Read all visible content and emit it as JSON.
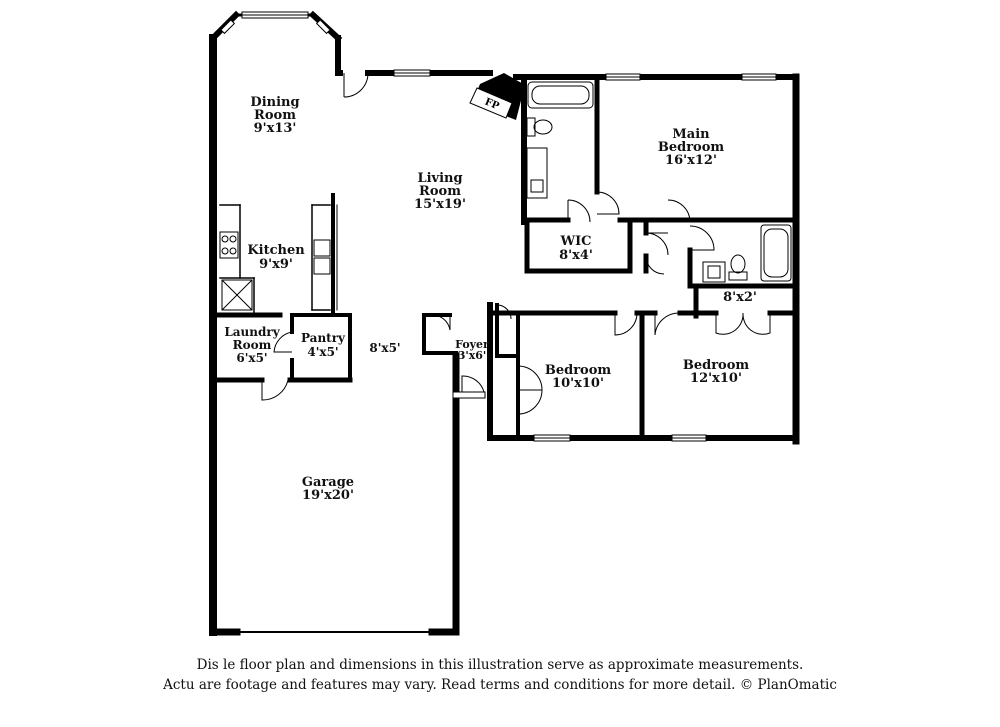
{
  "rooms": {
    "dining": {
      "name1": "Dining",
      "name2": "Room",
      "size": "9'x13'"
    },
    "living": {
      "name1": "Living",
      "name2": "Room",
      "size": "15'x19'"
    },
    "main_bedroom": {
      "name1": "Main",
      "name2": "Bedroom",
      "size": "16'x12'"
    },
    "kitchen": {
      "name": "Kitchen",
      "size": "9'x9'"
    },
    "wic": {
      "name": "WIC",
      "size": "8'x4'"
    },
    "laundry": {
      "name1": "Laundry",
      "name2": "Room",
      "size": "6'x5'"
    },
    "pantry": {
      "name": "Pantry",
      "size": "4'x5'"
    },
    "closet_8x5": {
      "size": "8'x5'"
    },
    "foyer": {
      "name": "Foyer",
      "size": "3'x6'"
    },
    "bedroom_1": {
      "name": "Bedroom",
      "size": "10'x10'"
    },
    "bedroom_2": {
      "name": "Bedroom",
      "size": "12'x10'"
    },
    "closet_8x2": {
      "size": "8'x2'"
    },
    "garage": {
      "name": "Garage",
      "size": "19'x20'"
    }
  },
  "fireplace": {
    "label": "FP"
  },
  "disclaimer": {
    "line1": "Dis        le floor plan   and dimensions in this illustration serve as approximate measurements.",
    "line2": "Actu     are footage and features may vary. Read terms and conditions for more detail. © PlanOmatic"
  }
}
